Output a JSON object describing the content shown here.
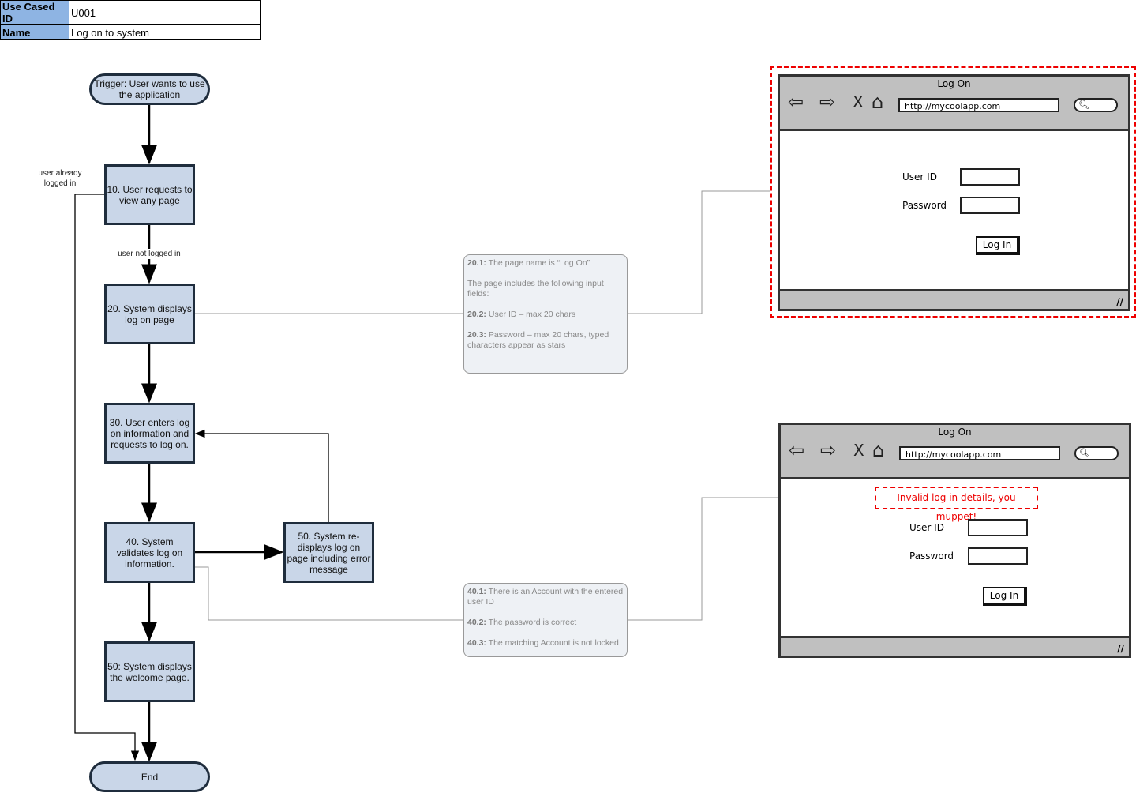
{
  "header": {
    "id_label": "Use Cased ID",
    "id_value": "U001",
    "name_label": "Name",
    "name_value": "Log on to system"
  },
  "flow": {
    "trigger": "Trigger: User wants to use the application",
    "s10": "10. User requests to view any page",
    "s20": "20. System displays log on page",
    "s30": "30. User enters log on information and requests to log on.",
    "s40": "40. System validates log on information.",
    "s50r": "50. System re-displays log on page including error message",
    "s50": "50: System displays the welcome page.",
    "end": "End",
    "lbl_logged_in": "user already logged in",
    "lbl_not_logged_in": "user not logged in"
  },
  "notes": {
    "n1": [
      {
        "b": "20.1:",
        "t": " The page name is “Log On”"
      },
      {
        "b": "",
        "t": "The page includes the following input fields:"
      },
      {
        "b": "20.2:",
        "t": " User ID – max 20 chars"
      },
      {
        "b": "20.3:",
        "t": " Password – max 20 chars, typed characters appear as stars"
      }
    ],
    "n2": [
      {
        "b": "40.1:",
        "t": " There is an Account with the entered user ID"
      },
      {
        "b": "40.2:",
        "t": " The password is correct"
      },
      {
        "b": "40.3:",
        "t": " The matching Account is not locked"
      }
    ]
  },
  "wireframe": {
    "title": "Log On",
    "url": "http://mycoolapp.com",
    "user_id": "User ID",
    "password": "Password",
    "login": "Log In",
    "error": "Invalid log in details, you muppet!"
  },
  "colors": {
    "box_fill": "#c9d6e8",
    "highlight": "#e00000"
  }
}
